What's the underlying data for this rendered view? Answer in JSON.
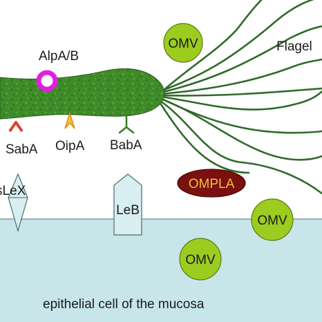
{
  "labels": {
    "alpab": "AlpA/B",
    "flagel": "Flagel",
    "saba": "SabA",
    "oipa": "OipA",
    "baba": "BabA",
    "slex": "sLeX",
    "leb": "LeB",
    "ompla": "OMPLA",
    "omv_top": "OMV",
    "omv_right": "OMV",
    "omv_bottom": "OMV",
    "mucosa": "epithelial cell of the mucosa"
  },
  "colors": {
    "bacterium_body": "#3f8b2a",
    "flagella": "#2f6a2a",
    "omv_fill": "#9ccc1f",
    "ompla_fill": "#7a1010",
    "ompla_text": "#f0c040",
    "alpab_ring": "#e020e0",
    "saba_marker": "#e04030",
    "oipa_marker": "#f0a020",
    "baba_marker": "#3a7a20",
    "mucosa_fill": "#c8e6ea",
    "receptor_fill": "#d8eef0"
  }
}
